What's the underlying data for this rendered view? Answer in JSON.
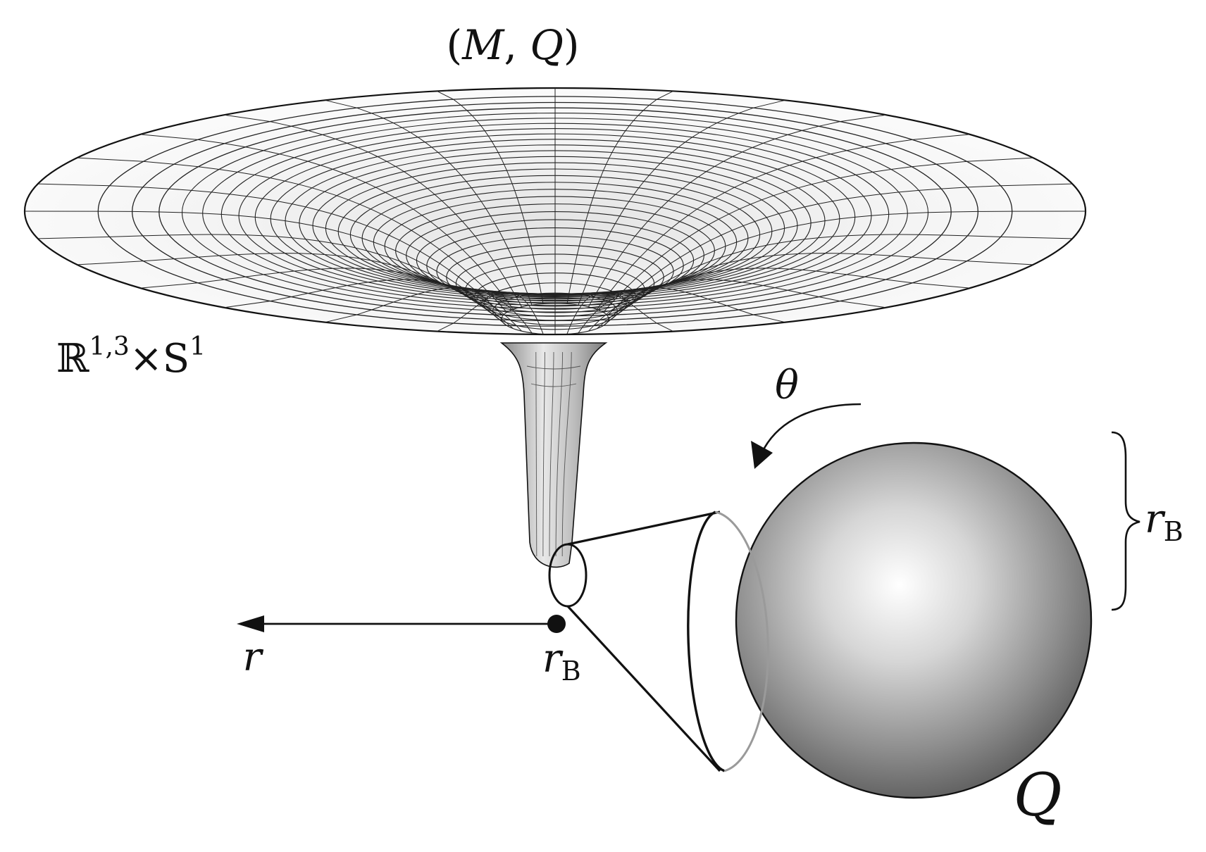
{
  "labels": {
    "title": {
      "open": "(",
      "M": "M",
      "comma": ", ",
      "Q": "Q",
      "close": ")"
    },
    "product_space": {
      "R": "ℝ",
      "R_sup": "1,3",
      "times": "×",
      "S": "S",
      "S_sup": "1"
    },
    "theta": "θ",
    "brace_label": {
      "r": "r",
      "sub": "B"
    },
    "point_label": {
      "r": "r",
      "sub": "B"
    },
    "axis_label": "r",
    "sphere_label": "Q"
  },
  "colors": {
    "ink": "#111111",
    "surface_fill": "#f4f4f4",
    "sphere_light": "#ffffff",
    "sphere_dark": "#5e5e5e",
    "hidden_circle": "#9a9a9a"
  }
}
